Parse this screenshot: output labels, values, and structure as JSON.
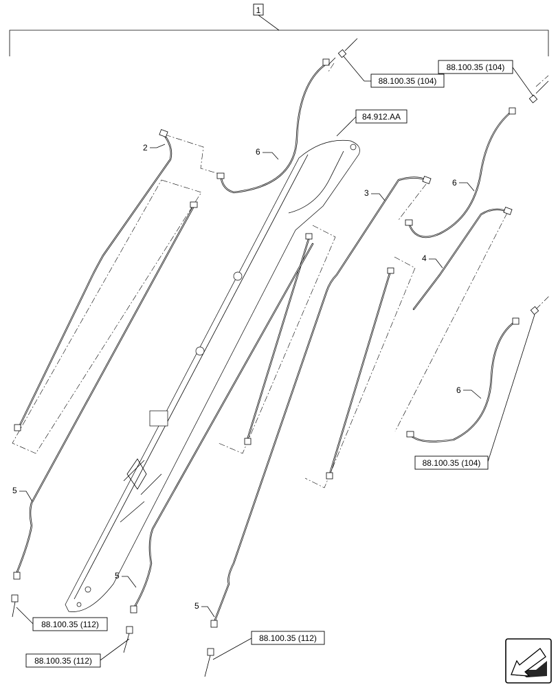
{
  "assembly_item": "1",
  "callouts": {
    "item_2": "2",
    "item_3": "3",
    "item_4": "4",
    "item_5a": "5",
    "item_5b": "5",
    "item_5c": "5",
    "item_6a": "6",
    "item_6b": "6",
    "item_6c": "6"
  },
  "references": {
    "ref_top_center": "88.100.35 (104)",
    "ref_top_right": "88.100.35 (104)",
    "ref_boom": "84.912.AA",
    "ref_mid_right": "88.100.35 (104)",
    "ref_bottom_left": "88.100.35 (112)",
    "ref_bottom_mid": "88.100.35 (112)",
    "ref_bottom_center": "88.100.35 (112)"
  },
  "nav_icon": "next-page-arrow-icon"
}
